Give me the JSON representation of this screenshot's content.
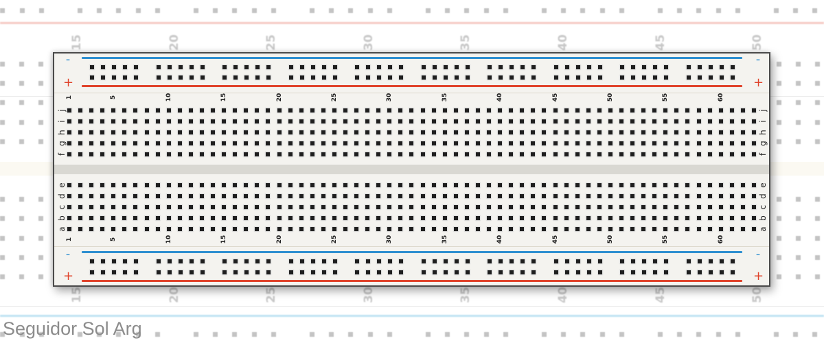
{
  "footer": {
    "title": "Seguidor Sol Arg"
  },
  "background_board": {
    "column_labels": [
      "15",
      "20",
      "25",
      "30",
      "35",
      "40",
      "45",
      "50"
    ],
    "colors": {
      "hole": "#c4c4c4",
      "red_line": "#f5c9c4",
      "blue_line": "#bfe2f3"
    }
  },
  "breadboard": {
    "rail_signs": {
      "minus": "-",
      "plus": "+"
    },
    "colors": {
      "body": "#f4f3ef",
      "hole": "#1e1e1e",
      "blue_rail": "#2e8fd0",
      "red_rail": "#e0432b",
      "channel": "#d9d8d2"
    },
    "columns": 63,
    "column_labels": [
      "1",
      "5",
      "10",
      "15",
      "20",
      "25",
      "30",
      "35",
      "40",
      "45",
      "50",
      "55",
      "60"
    ],
    "top_rows": [
      "j",
      "i",
      "h",
      "g",
      "f"
    ],
    "bottom_rows": [
      "e",
      "d",
      "c",
      "b",
      "a"
    ],
    "rail_groups": 10,
    "holes_per_group": 5
  }
}
